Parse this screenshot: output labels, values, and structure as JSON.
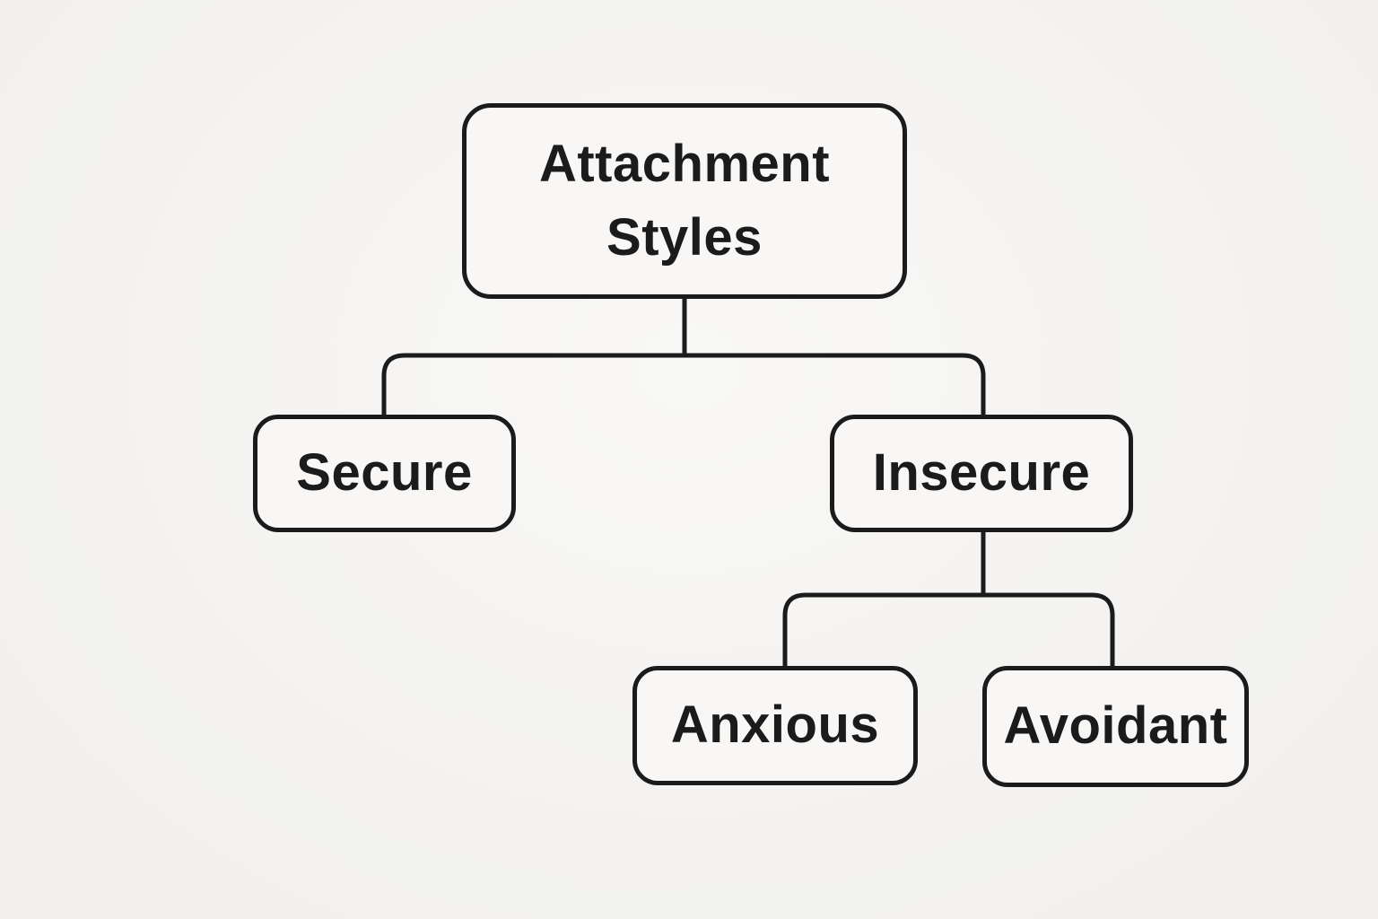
{
  "diagram": {
    "title": "Attachment Styles hierarchy",
    "background_color": "#f5f4f2",
    "line_color": "#1b1b1b",
    "text_color": "#1b1b1b",
    "nodes": {
      "root": {
        "label": "Attachment Styles"
      },
      "secure": {
        "label": "Secure"
      },
      "insecure": {
        "label": "Insecure"
      },
      "anxious": {
        "label": "Anxious"
      },
      "avoidant": {
        "label": "Avoidant"
      }
    },
    "edges": [
      {
        "from": "Attachment Styles",
        "to": "Secure"
      },
      {
        "from": "Attachment Styles",
        "to": "Insecure"
      },
      {
        "from": "Insecure",
        "to": "Anxious"
      },
      {
        "from": "Insecure",
        "to": "Avoidant"
      }
    ]
  }
}
